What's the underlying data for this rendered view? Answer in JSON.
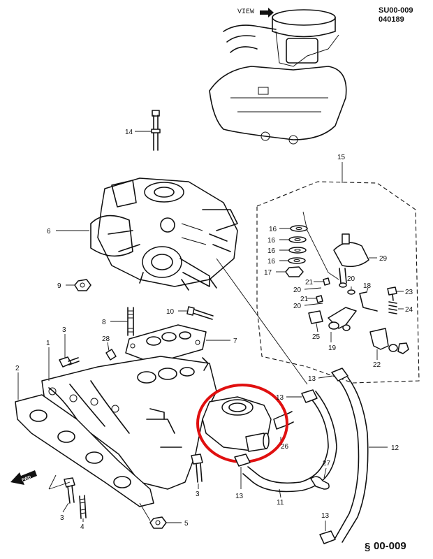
{
  "header": {
    "view_label": "VIEW",
    "code_line1": "SU00-009",
    "code_line2": "040189"
  },
  "footer": {
    "code": "00-009"
  },
  "fwd_label": "FWD",
  "highlight_color": "#e01010",
  "callouts": {
    "c1": "1",
    "c2": "2",
    "c3a": "3",
    "c3b": "3",
    "c3c": "3",
    "c4": "4",
    "c5": "5",
    "c6": "6",
    "c7": "7",
    "c8": "8",
    "c9": "9",
    "c10": "10",
    "c11": "11",
    "c12": "12",
    "c13a": "13",
    "c13b": "13",
    "c13c": "13",
    "c13d": "13",
    "c14": "14",
    "c15": "15",
    "c16a": "16",
    "c16b": "16",
    "c16c": "16",
    "c16d": "16",
    "c17": "17",
    "c18": "18",
    "c19": "19",
    "c20a": "20",
    "c20b": "20",
    "c20c": "20",
    "c21a": "21",
    "c21b": "21",
    "c22": "22",
    "c23": "23",
    "c24": "24",
    "c25": "25",
    "c26": "26",
    "c27": "27",
    "c28": "28",
    "c29": "29"
  }
}
